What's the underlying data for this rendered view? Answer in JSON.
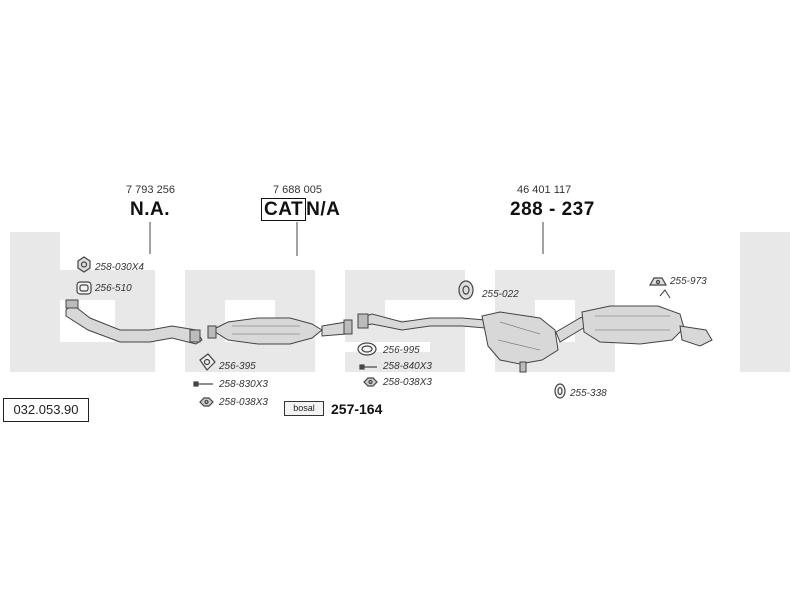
{
  "catalog_number": "032.053.90",
  "watermark_brand": "bosal",
  "references": [
    {
      "oe_number": "7 793 256",
      "code": "N.A."
    },
    {
      "oe_number": "7 688 005",
      "code_boxed": "CAT",
      "code_suffix": "N/A"
    },
    {
      "oe_number": "46 401 117",
      "code": "288 - 237"
    }
  ],
  "parts": {
    "p1": "258-030X4",
    "p2": "256-510",
    "p3": "256-395",
    "p4": "258-830X3",
    "p5": "258-038X3",
    "p6": "256-995",
    "p7": "258-840X3",
    "p8": "258-038X3",
    "p9": "255-022",
    "p10": "255-973",
    "p11": "255-338"
  },
  "kit": {
    "logo": "bosal",
    "number": "257-164"
  },
  "colors": {
    "watermark": "#e6e6e6",
    "line": "#444444"
  }
}
